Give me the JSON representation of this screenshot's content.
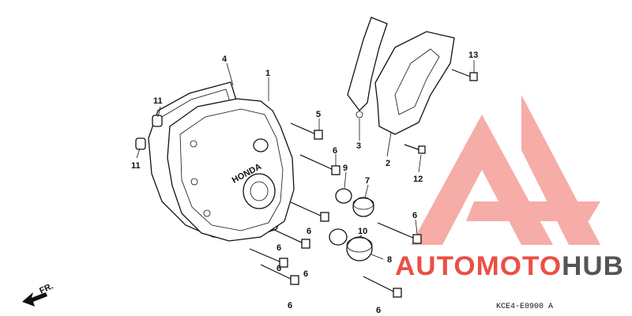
{
  "callouts": {
    "c1": "1",
    "c2": "2",
    "c3": "3",
    "c4": "4",
    "c6a": "6",
    "c6b": "6",
    "c6c": "6",
    "c6d": "6",
    "c6e": "6",
    "c6f": "6",
    "c6g": "6",
    "c6h": "6",
    "c5": "5",
    "c7": "7",
    "c8": "8",
    "c9": "9",
    "c10": "10",
    "c11a": "11",
    "c11b": "11",
    "c12": "12",
    "c13": "13"
  },
  "direction_label": "FR.",
  "cover_brand": "HONDA",
  "diagram_code": "KCE4-E0900 A",
  "watermark": {
    "text": "AUTOMOTOHUB",
    "part1": "AUTOMOTO",
    "part2": "HUB",
    "color_primary": "#e8463c",
    "color_secondary": "#555555"
  }
}
